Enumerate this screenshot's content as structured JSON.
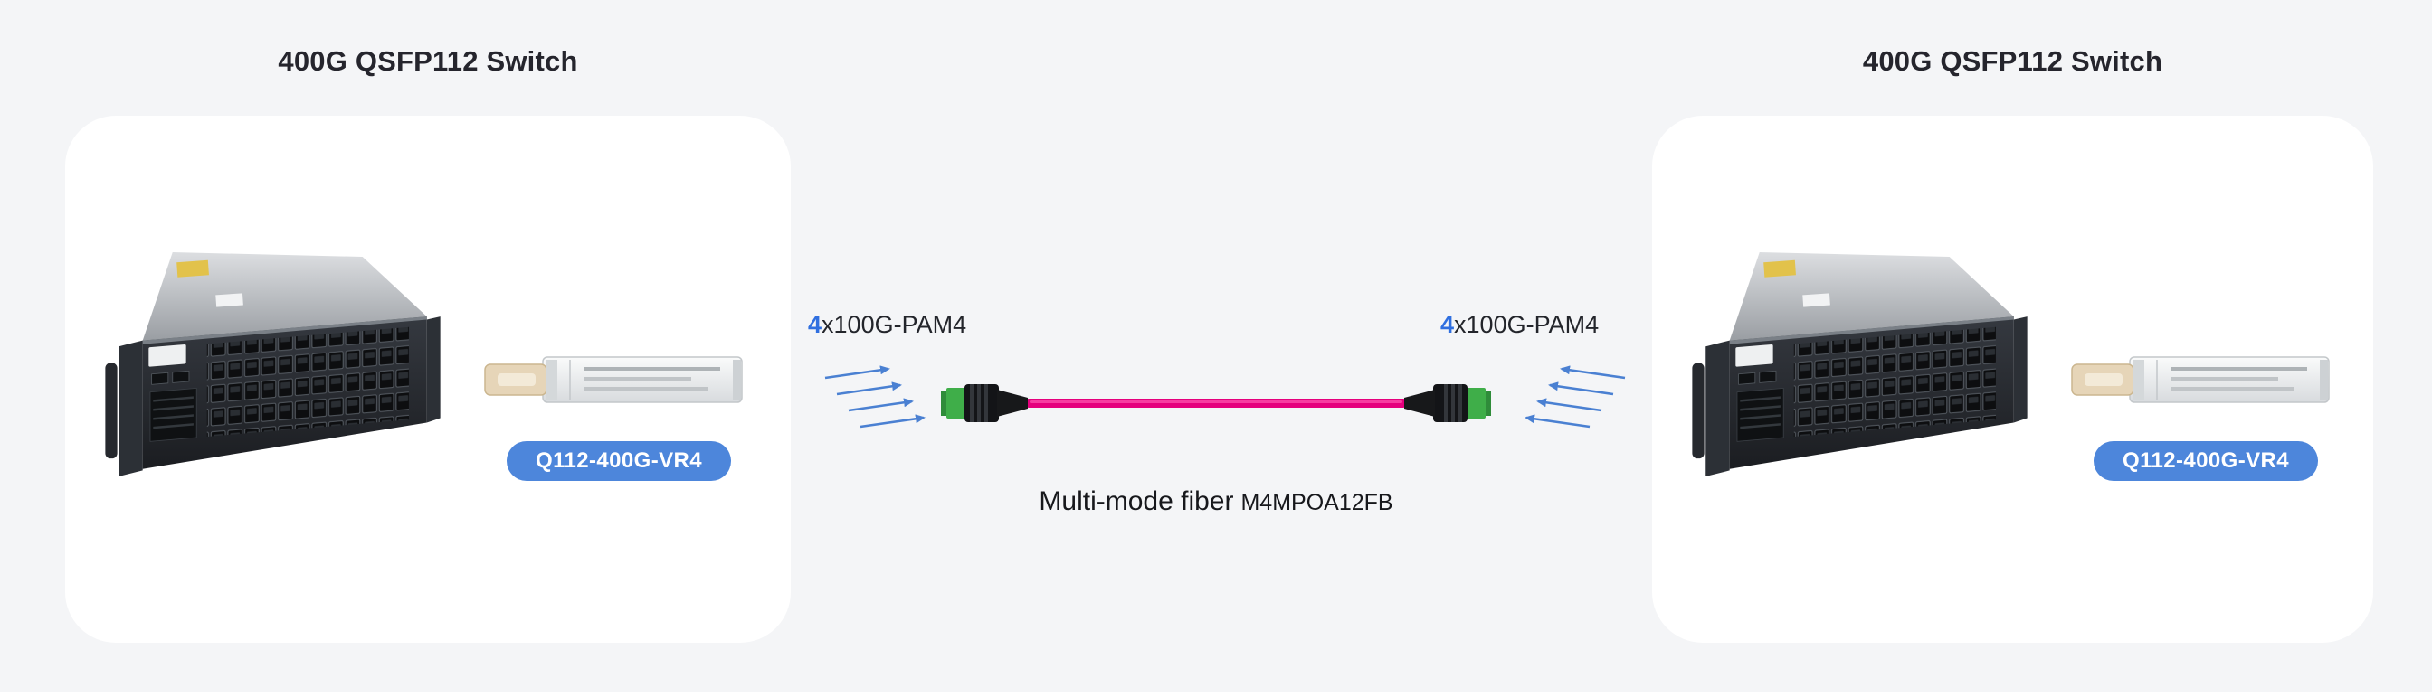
{
  "page": {
    "background": "#f4f5f7"
  },
  "left_device": {
    "title": "400G QSFP112 Switch",
    "module_label": "Q112-400G-VR4"
  },
  "right_device": {
    "title": "400G QSFP112 Switch",
    "module_label": "Q112-400G-VR4"
  },
  "link": {
    "left_lanes_count": "4",
    "left_lanes_text": "x100G-PAM4",
    "right_lanes_count": "4",
    "right_lanes_text": "x100G-PAM4",
    "fiber_type_label": "Multi-mode fiber",
    "fiber_colon": "",
    "fiber_model": "M4MPOA12FB"
  },
  "icons": {
    "switch": "network-switch-illustration",
    "transceiver": "qsfp112-transceiver-illustration",
    "cable": "mpo-multimode-cable-illustration",
    "lanes": "lane-arrows-icon"
  },
  "colors": {
    "badge_blue": "#4d86db",
    "lane_number_blue": "#2f6fe0",
    "cable_magenta": "#e5007d",
    "connector_green": "#3fae49",
    "arrow_blue": "#4a80d2"
  }
}
